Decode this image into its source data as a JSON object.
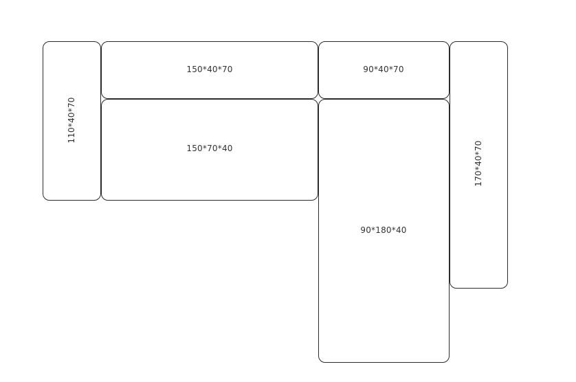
{
  "pieces": {
    "left_arm": {
      "label": "110*40*70"
    },
    "top_back_long": {
      "label": "150*40*70"
    },
    "seat_long": {
      "label": "150*70*40"
    },
    "top_back_short": {
      "label": "90*40*70"
    },
    "chaise": {
      "label": "90*180*40"
    },
    "right_arm": {
      "label": "170*40*70"
    }
  },
  "colors": {
    "stroke": "#2b2b2b",
    "text": "#333333",
    "background": "#ffffff"
  }
}
